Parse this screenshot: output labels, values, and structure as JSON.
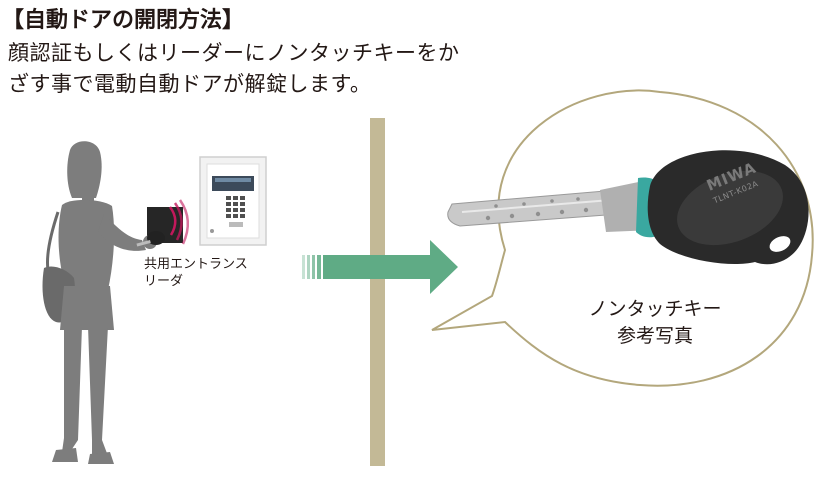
{
  "title": "【自動ドアの開閉方法】",
  "description_line1": "顔認証もしくはリーダーにノンタッチキーをか",
  "description_line2": "ざす事で電動自動ドアが解錠します。",
  "reader_label_line1": "共用エントランス",
  "reader_label_line2": "リーダ",
  "key_label_line1": "ノンタッチキー",
  "key_label_line2": "参考写真",
  "key_brand": "MIWA",
  "key_model": "TLNT-K02A",
  "colors": {
    "text": "#231815",
    "silhouette": "#7d7d7d",
    "pillar": "#c3b996",
    "arrow": "#5fab85",
    "bubble_stroke": "#b3a77c",
    "key_body": "#2a2a2a",
    "key_accent": "#3aa8a0",
    "wave": "#c2185b"
  },
  "icons": [
    "person-silhouette",
    "card-reader",
    "intercom-panel",
    "arrow-right",
    "key"
  ]
}
